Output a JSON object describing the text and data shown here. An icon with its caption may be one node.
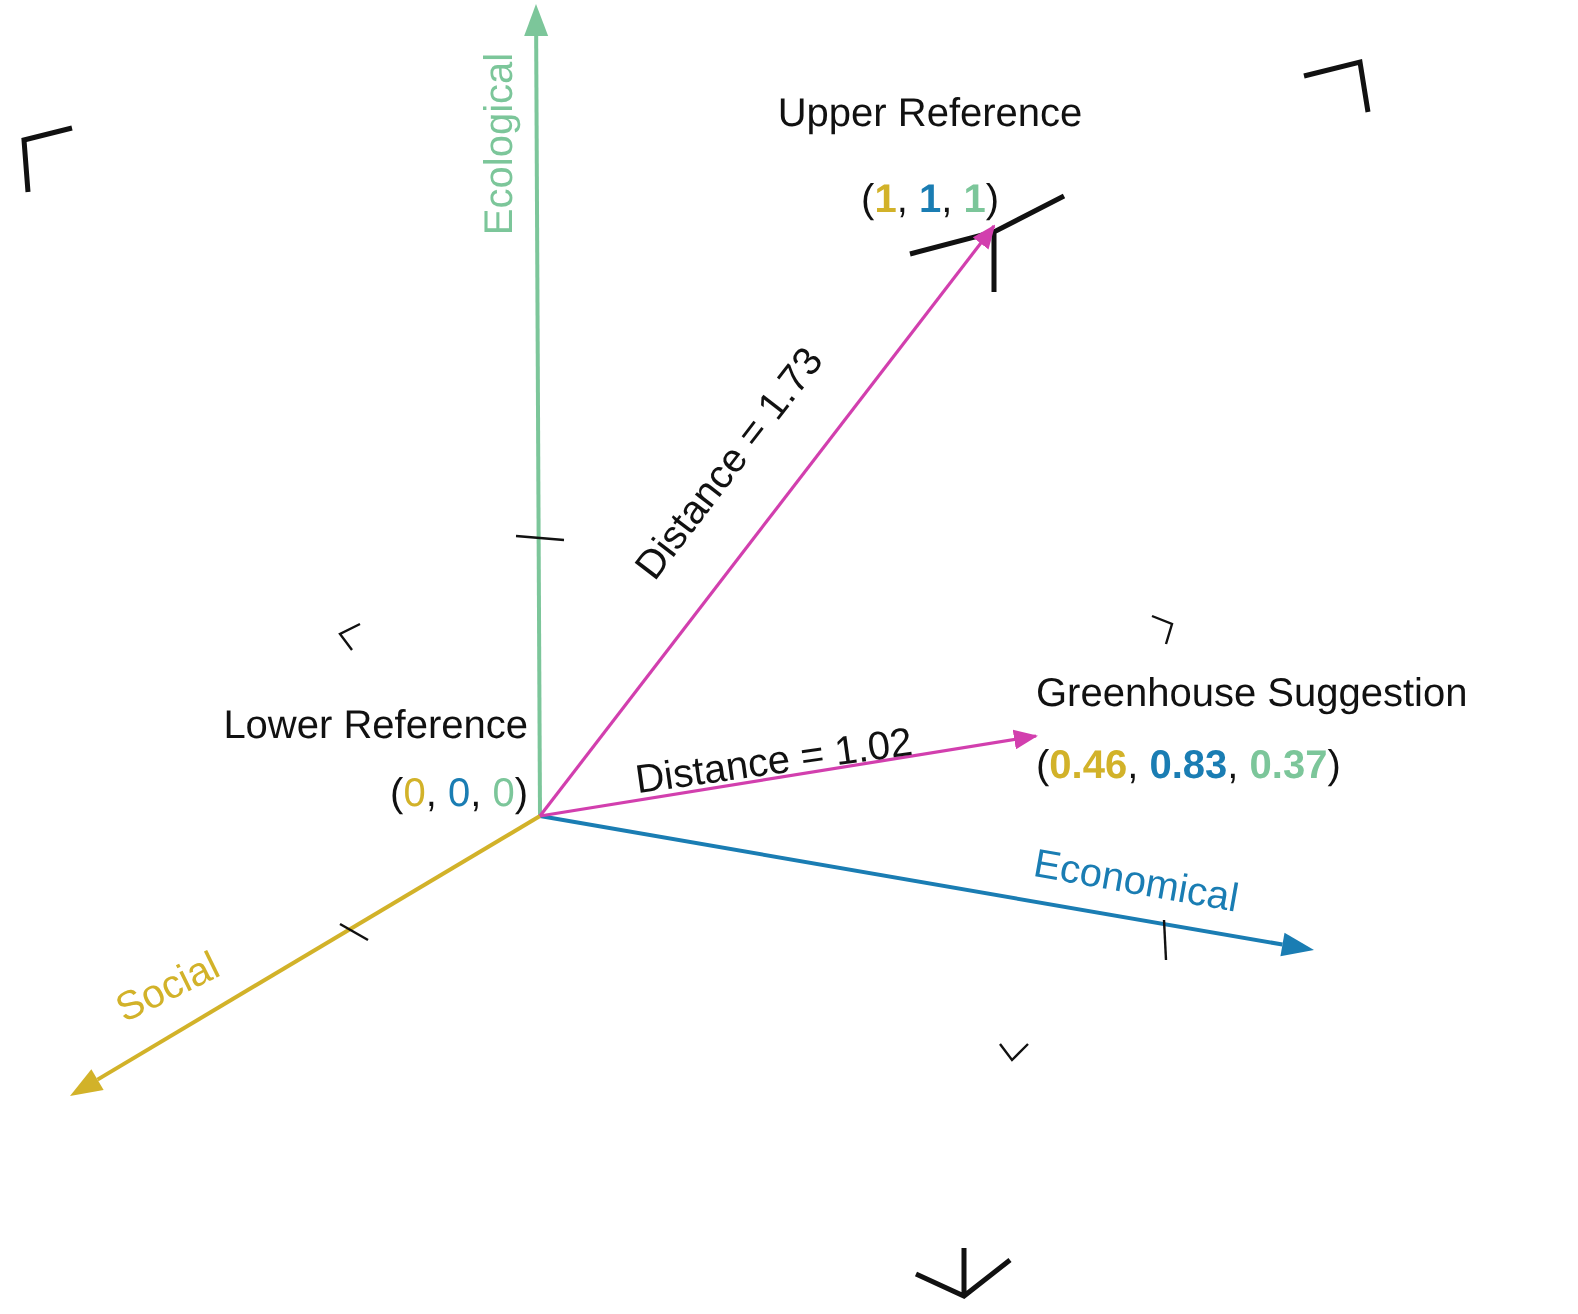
{
  "diagram": {
    "nodes": [
      {
        "text": [
          "Lower Reference",
          "(0, 0, 0)"
        ]
      },
      {
        "text": [
          "Upper Reference",
          "(**1**, **1**, **1**)"
        ]
      },
      {
        "text": [
          "Greenhouse Suggestion",
          "(**0.46**, **0.83**, **0.37**)"
        ]
      }
    ],
    "edges": [
      {
        "from": 0,
        "to": 1,
        "arrow": "to",
        "label": "Distance = 1.73"
      },
      {
        "from": 0,
        "to": 2,
        "arrow": "to",
        "label": "Distance = 1.02"
      }
    ],
    "labels": [
      "Ecological",
      "Economical",
      "Social"
    ]
  }
}
